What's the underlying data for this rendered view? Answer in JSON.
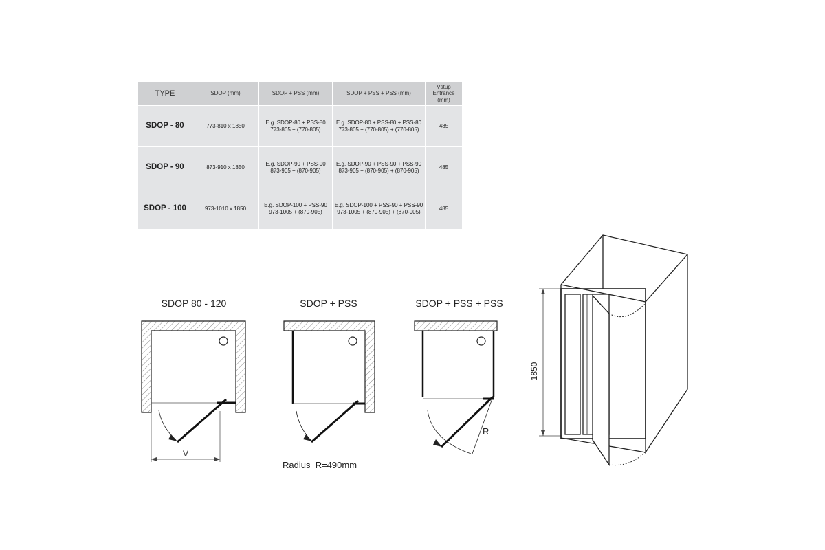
{
  "table": {
    "headers": {
      "type": "TYPE",
      "sdop": "SDOP (mm)",
      "sdop_pss": "SDOP + PSS (mm)",
      "sdop_pss_pss": "SDOP + PSS + PSS (mm)",
      "entrance": [
        "Vstup",
        "Entrance",
        "(mm)"
      ]
    },
    "rows": [
      {
        "type": "SDOP - 80",
        "sdop": "773-810 x 1850",
        "sdop_pss": [
          "E.g. SDOP-80 + PSS-80",
          "773-805 + (770-805)"
        ],
        "sdop_pss_pss": [
          "E.g. SDOP-80 + PSS-80 + PSS-80",
          "773-805 + (770-805) + (770-805)"
        ],
        "entrance": "485"
      },
      {
        "type": "SDOP - 90",
        "sdop": "873-910 x 1850",
        "sdop_pss": [
          "E.g. SDOP-90 + PSS-90",
          "873-905 + (870-905)"
        ],
        "sdop_pss_pss": [
          "E.g. SDOP-90 + PSS-90 + PSS-90",
          "873-905 + (870-905) + (870-905)"
        ],
        "entrance": "485"
      },
      {
        "type": "SDOP - 100",
        "sdop": "973-1010 x 1850",
        "sdop_pss": [
          "E.g. SDOP-100 + PSS-90",
          "973-1005 + (870-905)"
        ],
        "sdop_pss_pss": [
          "E.g. SDOP-100 + PSS-90 + PSS-90",
          "973-1005 + (870-905) + (870-905)"
        ],
        "entrance": "485"
      }
    ]
  },
  "diagrams": {
    "niche_title": "SDOP 80 - 120",
    "pss_title": "SDOP + PSS",
    "pss_pss_title": "SDOP + PSS + PSS",
    "entrance_label": "V",
    "radius_caption": "Radius  R=490mm",
    "radius_symbol": "R",
    "height_value": "1850"
  },
  "colors": {
    "header_bg": "#cfd0d2",
    "row_bg": "#e3e4e6",
    "line": "#222222"
  }
}
